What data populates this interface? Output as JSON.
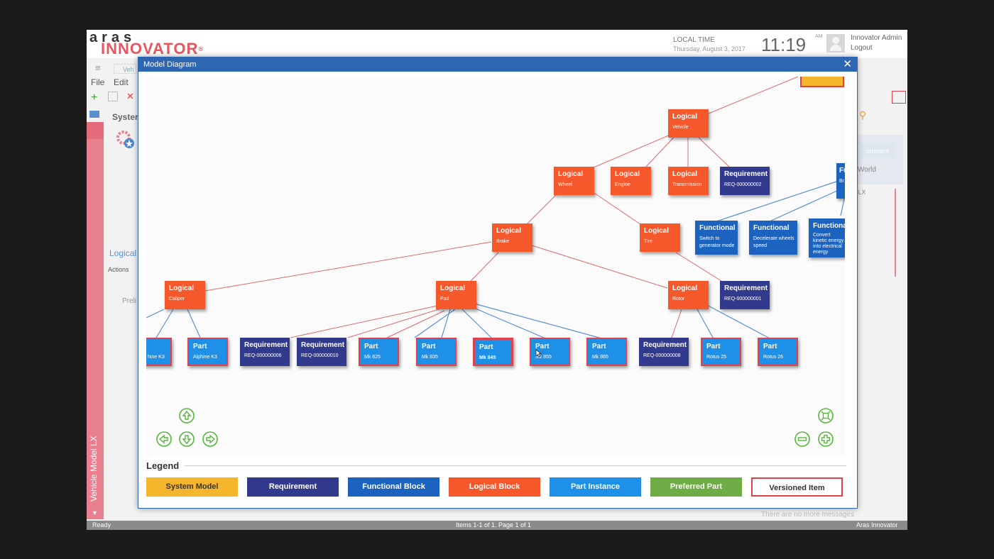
{
  "header": {
    "logo_top": "aras",
    "logo_bottom": "INNOVATOR",
    "logo_reg": "®",
    "local_time_label": "LOCAL TIME",
    "local_date": "Thursday, August 3, 2017",
    "clock": "11:19",
    "clock_ampm": "AM",
    "user_name": "Innovator Admin",
    "logout": "Logout"
  },
  "background": {
    "menu_file": "File",
    "menu_edit": "Edit",
    "breadcrumb_short": "Veh",
    "section_short": "Syster",
    "logical_tab": "Logical",
    "actions": "Actions",
    "prelim": "Preli",
    "comment": "omment",
    "world": "World",
    "lx_short": "l LX",
    "no_more_messages": "There are no more messages",
    "side_label": "Vehicle Model LX"
  },
  "statusbar": {
    "ready": "Ready",
    "items": "Items 1-1 of 1. Page 1 of 1",
    "app": "Aras Innovator"
  },
  "dialog": {
    "title": "Model Diagram",
    "close": "✕"
  },
  "colors": {
    "system_model": "#f5b62d",
    "requirement": "#323a8e",
    "functional_block": "#1c63c0",
    "logical_block": "#f4582b",
    "part_instance": "#1e90e8",
    "preferred_part": "#6fac46",
    "versioned_border": "#e0414a",
    "red_link": "#e06a6a",
    "blue_link": "#5a8ed6",
    "nav_green": "#55b63a"
  },
  "nodes": {
    "vehicle": {
      "type": "Logical",
      "name": "Vehicle"
    },
    "wheel": {
      "type": "Logical",
      "name": "Wheel"
    },
    "engine": {
      "type": "Logical",
      "name": "Engine"
    },
    "transmission": {
      "type": "Logical",
      "name": "Transmission"
    },
    "req2": {
      "type": "Requirement",
      "name": "REQ-000000002"
    },
    "func_top": {
      "type": "Fu",
      "name": "Br ge"
    },
    "brake": {
      "type": "Logical",
      "name": "Brake"
    },
    "tire": {
      "type": "Logical",
      "name": "Tire"
    },
    "func_switch": {
      "type": "Functional",
      "name": "Switch to generator mode"
    },
    "func_decel": {
      "type": "Functional",
      "name": "Decelerate wheels speed"
    },
    "func_convert": {
      "type": "Functional",
      "name": "Convert kinetic energy into electrical energy"
    },
    "caliper": {
      "type": "Logical",
      "name": "Caliper"
    },
    "pad": {
      "type": "Logical",
      "name": "Pad"
    },
    "rotor": {
      "type": "Logical",
      "name": "Rotor"
    },
    "req1": {
      "type": "Requirement",
      "name": "REQ-000000001"
    },
    "part_k3_clip": {
      "type": "Part",
      "name": "hine K3"
    },
    "part_k3": {
      "type": "Part",
      "name": "Alphine K3"
    },
    "req6": {
      "type": "Requirement",
      "name": "REQ-000000006"
    },
    "req10": {
      "type": "Requirement",
      "name": "REQ-000000010"
    },
    "part_825": {
      "type": "Part",
      "name": "Mk 825"
    },
    "part_835": {
      "type": "Part",
      "name": "Mk 835"
    },
    "part_845": {
      "type": "Part",
      "name": "Mk 845"
    },
    "part_855": {
      "type": "Part",
      "name": "Mk 855"
    },
    "part_865": {
      "type": "Part",
      "name": "Mk 865"
    },
    "req8": {
      "type": "Requirement",
      "name": "REQ-000000008"
    },
    "part_rotus25": {
      "type": "Part",
      "name": "Rotus 25"
    },
    "part_rotus26": {
      "type": "Part",
      "name": "Rotus 26"
    }
  },
  "legend": {
    "title": "Legend",
    "items": [
      {
        "label": "System Model"
      },
      {
        "label": "Requirement"
      },
      {
        "label": "Functional Block"
      },
      {
        "label": "Logical Block"
      },
      {
        "label": "Part Instance"
      },
      {
        "label": "Preferred Part"
      },
      {
        "label": "Versioned Item"
      }
    ]
  },
  "icons": {
    "pan_up": "arrow-up-icon",
    "pan_left": "arrow-left-icon",
    "pan_down": "arrow-down-icon",
    "pan_right": "arrow-right-icon",
    "fit": "fit-to-screen-icon",
    "zoom_out": "zoom-out-icon",
    "zoom_in": "zoom-in-icon"
  }
}
